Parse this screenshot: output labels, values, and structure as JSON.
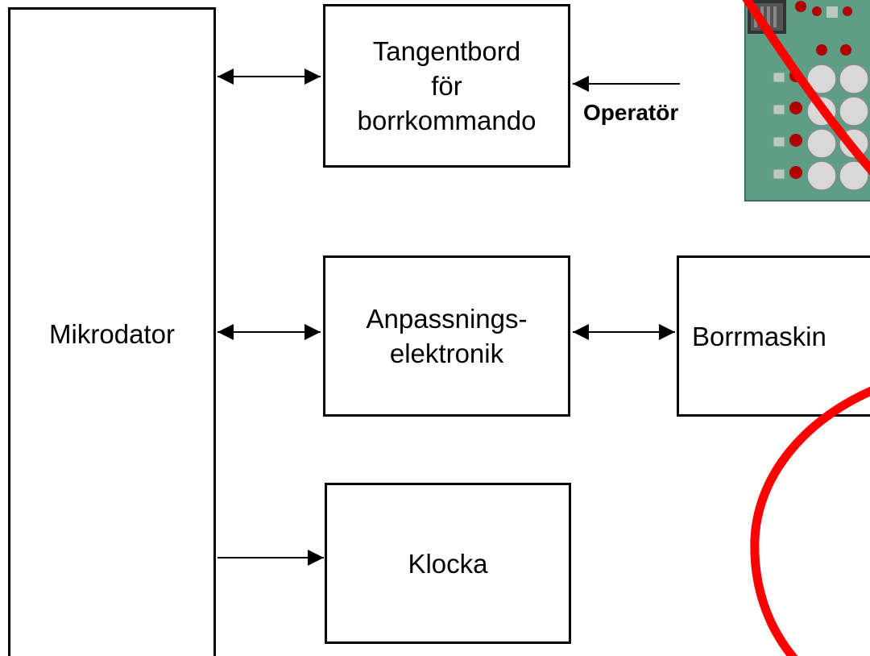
{
  "diagram": {
    "blocks": {
      "mikrodator": "Mikrodator",
      "tangentbord": [
        "Tangentbord",
        "för",
        "borrkommando"
      ],
      "anpassning": [
        "Anpassnings-",
        "elektronik"
      ],
      "borrmaskin": "Borrmaskin",
      "klocka": "Klocka"
    },
    "operator_label": "Operatör",
    "connections": [
      {
        "from": "mikrodator",
        "to": "tangentbord",
        "direction": "bidirectional"
      },
      {
        "from": "mikrodator",
        "to": "anpassning",
        "direction": "bidirectional"
      },
      {
        "from": "anpassning",
        "to": "borrmaskin",
        "direction": "bidirectional"
      },
      {
        "from": "mikrodator",
        "to": "klocka",
        "direction": "one-way"
      },
      {
        "from": "operator",
        "to": "tangentbord",
        "direction": "one-way"
      }
    ]
  },
  "colors": {
    "line": "#000000",
    "annotation": "#ff0000",
    "board": "#5f9e86",
    "led": "#b00000",
    "button": "#d8d8d8"
  },
  "icons": {
    "keypad": "keypad-board-photo"
  }
}
